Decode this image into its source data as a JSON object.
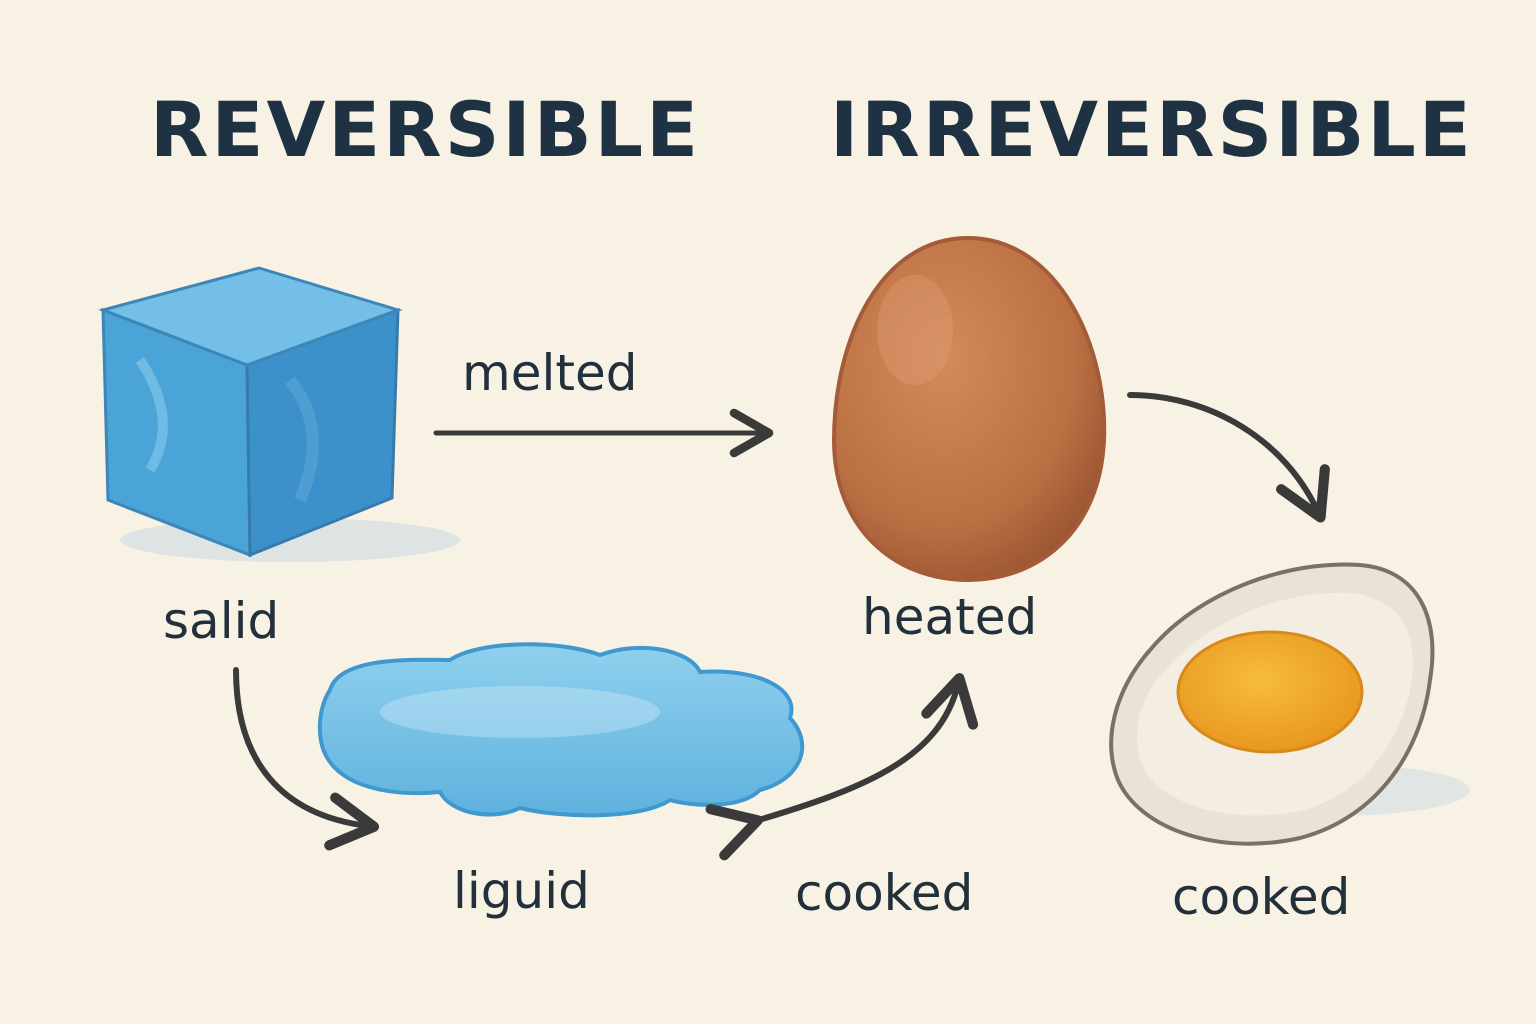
{
  "headings": {
    "reversible": "REVERSIBLE",
    "irreversible": "IRREVERSIBLE"
  },
  "labels": {
    "melted": "melted",
    "solid": "salid",
    "heated": "heated",
    "liquid": "liguid",
    "cooked_left": "cooked",
    "cooked_right": "cooked"
  },
  "colors": {
    "background": "#f8f2e4",
    "ice": "#4fa6d6",
    "water": "#7cc3e6",
    "egg_shell": "#c2774a",
    "yolk": "#f0a92c",
    "ink": "#1f3242"
  },
  "icons": [
    "ice-cube-icon",
    "water-puddle-icon",
    "brown-egg-icon",
    "boiled-egg-half-icon"
  ]
}
